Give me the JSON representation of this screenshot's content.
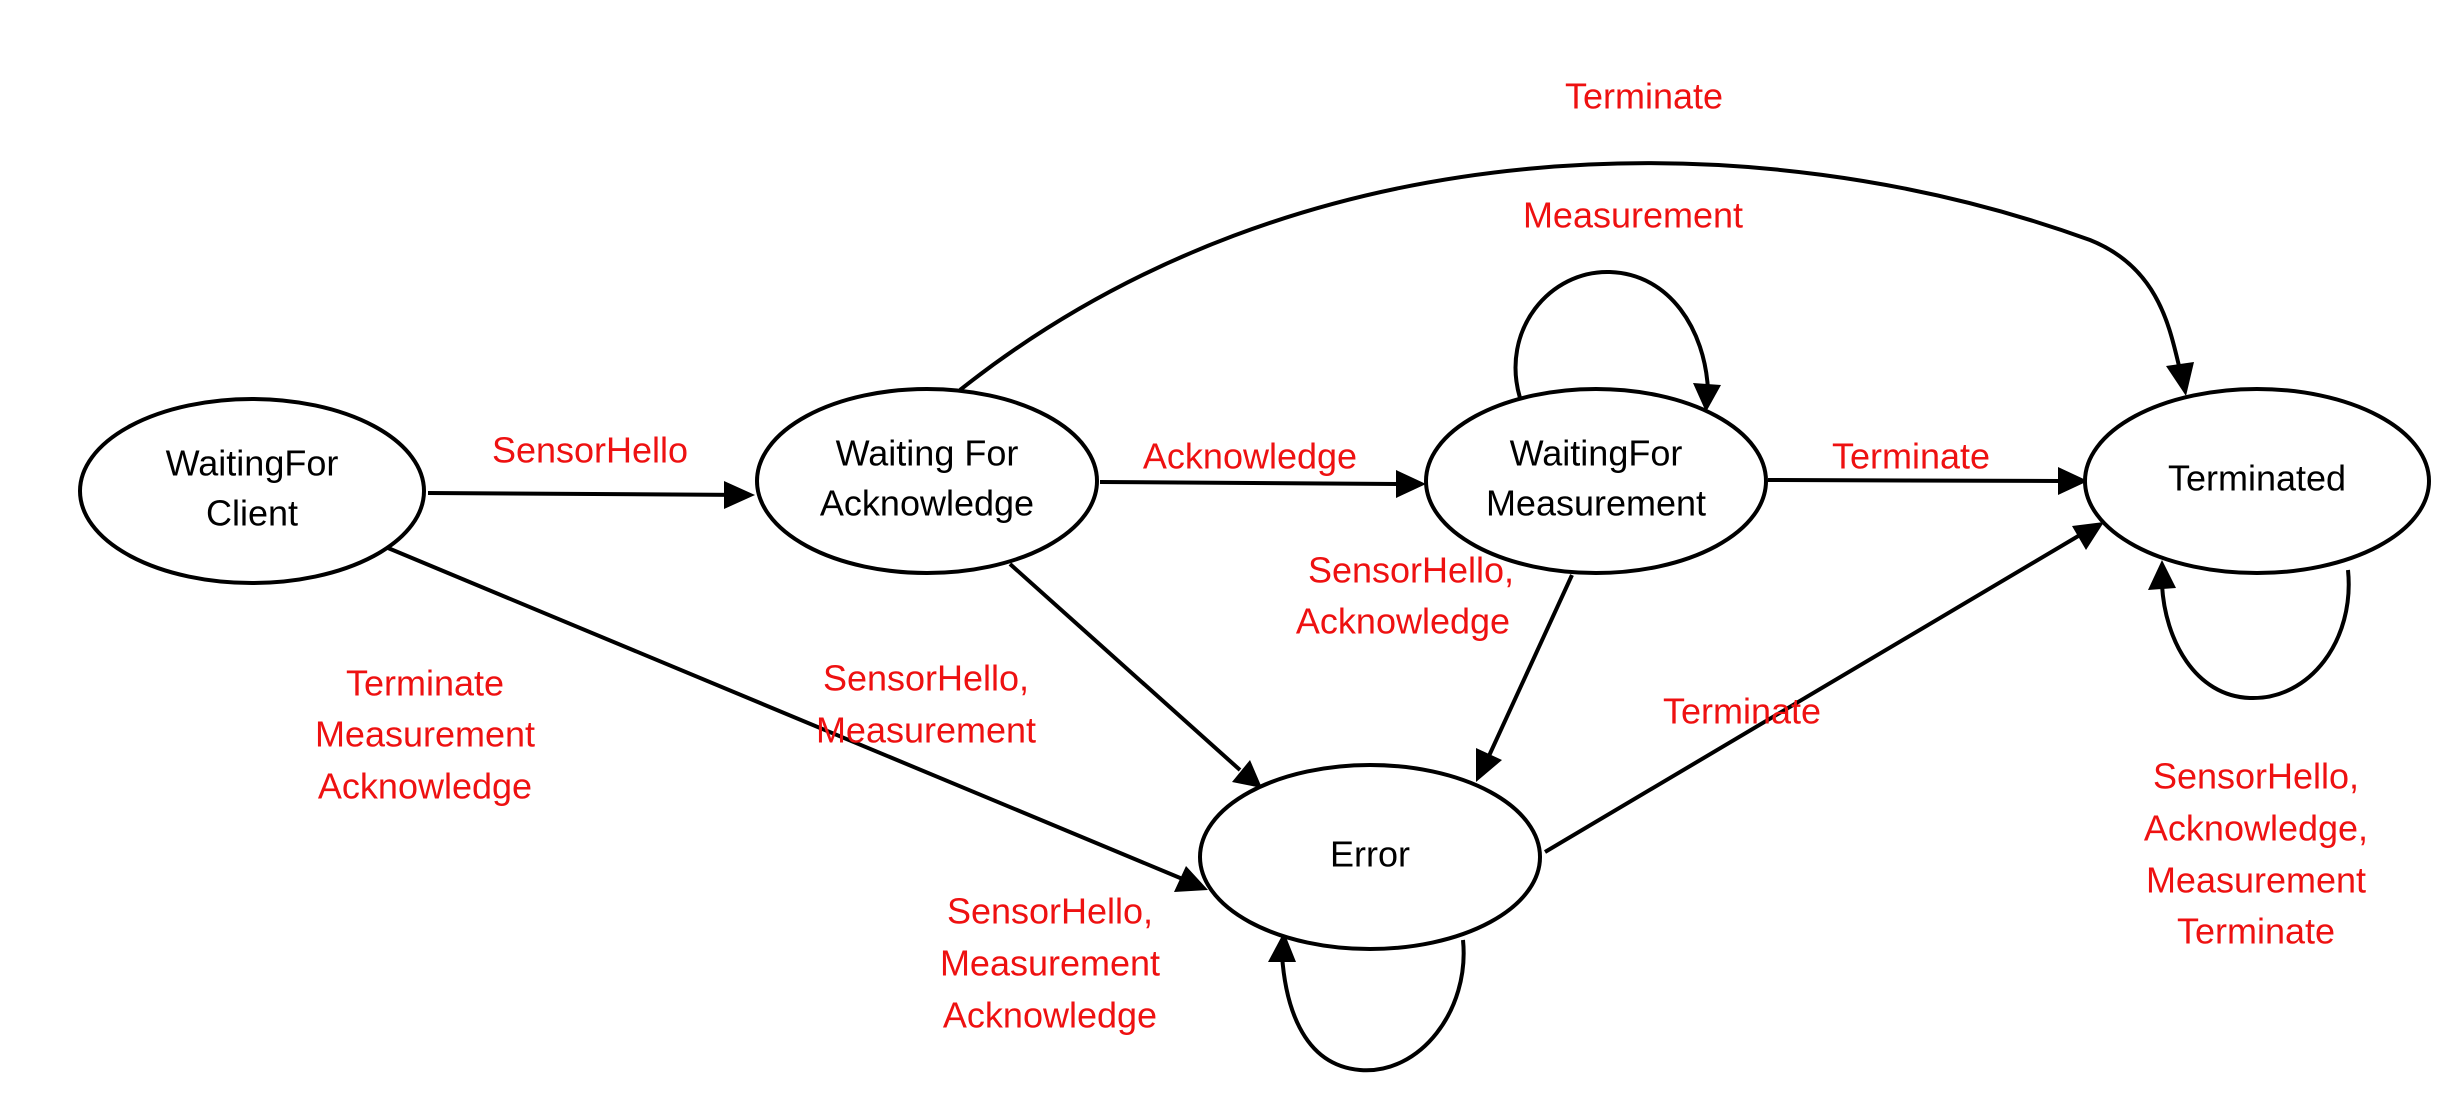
{
  "states": {
    "waiting_for_client": [
      "WaitingFor",
      "Client"
    ],
    "waiting_for_acknowledge": [
      "Waiting For",
      "Acknowledge"
    ],
    "waiting_for_measurement": [
      "WaitingFor",
      "Measurement"
    ],
    "terminated": [
      "Terminated"
    ],
    "error": [
      "Error"
    ]
  },
  "transitions": {
    "client_to_ack": [
      "SensorHello"
    ],
    "client_to_error": [
      "Terminate",
      "Measurement",
      "Acknowledge"
    ],
    "ack_to_measurement": [
      "Acknowledge"
    ],
    "ack_to_error": [
      "SensorHello,",
      "Measurement"
    ],
    "ack_to_terminated": [
      "Terminate"
    ],
    "measurement_self": [
      "Measurement"
    ],
    "measurement_to_terminated": [
      "Terminate"
    ],
    "measurement_to_error": [
      "SensorHello,",
      "Acknowledge"
    ],
    "error_to_terminated": [
      "Terminate"
    ],
    "error_self": [
      "SensorHello,",
      "Measurement",
      "Acknowledge"
    ],
    "terminated_self": [
      "SensorHello,",
      "Acknowledge,",
      "Measurement",
      "Terminate"
    ]
  },
  "colors": {
    "label": "#ee1111",
    "stroke": "#000000"
  }
}
